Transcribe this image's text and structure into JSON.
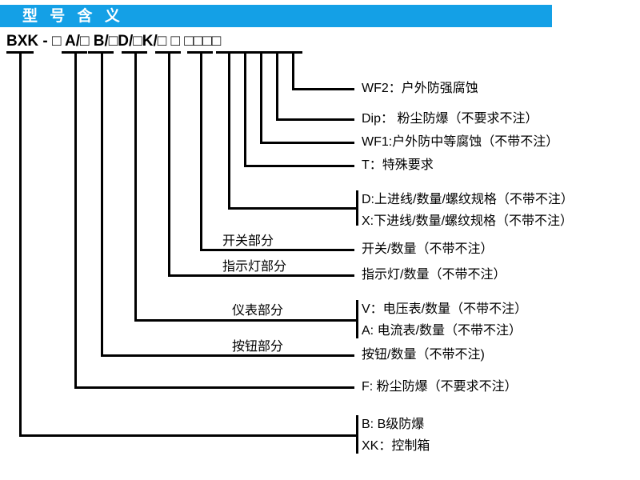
{
  "header": {
    "title": "型 号 含 义",
    "bar_color": "#14a0e6",
    "text_color": "#ffffff"
  },
  "formula": {
    "text": "BXK -    □ A/□ B/□D/□K/□ □ □□□□",
    "prefix": "BXK -",
    "segments": [
      "□",
      "A/□",
      "B/□",
      "D/□",
      "K/□",
      "□",
      "□",
      "□",
      "□",
      "□"
    ]
  },
  "labels": {
    "wf2": "WF2：户外防强腐蚀",
    "dip": "Dip： 粉尘防爆（不要求不注）",
    "wf1": "WF1:户外防中等腐蚀（不带不注）",
    "t": "T：特殊要求",
    "d": "D:上进线/数量/螺纹规格（不带不注）",
    "x": "X:下进线/数量/螺纹规格（不带不注）",
    "switch_qty": "开关/数量（不带不注）",
    "lamp_qty": "指示灯/数量（不带不注）",
    "volt": "V：电压表/数量（不带不注）",
    "amp": "A: 电流表/数量（不带不注）",
    "button_qty": "按钮/数量（不带不注)",
    "f": "F: 粉尘防爆（不要求不注）",
    "b": "B: B级防爆",
    "xk": "XK：控制箱"
  },
  "captions": {
    "switch_part": "开关部分",
    "lamp_part": "指示灯部分",
    "meter_part": "仪表部分",
    "button_part": "按钮部分"
  }
}
